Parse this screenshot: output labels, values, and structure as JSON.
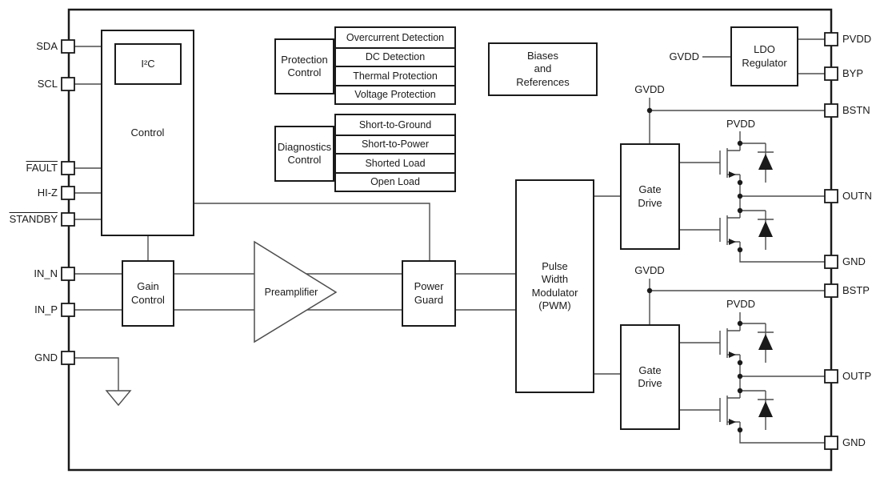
{
  "pins_left": {
    "sda": "SDA",
    "scl": "SCL",
    "fault": "FAULT",
    "hiz": "HI-Z",
    "standby": "STANDBY",
    "in_n": "IN_N",
    "in_p": "IN_P",
    "gnd": "GND"
  },
  "pins_right": {
    "pvdd": "PVDD",
    "byp": "BYP",
    "bstn": "BSTN",
    "outn": "OUTN",
    "gnd_n": "GND",
    "bstp": "BSTP",
    "outp": "OUTP",
    "gnd_p": "GND"
  },
  "blocks": {
    "control": "Control",
    "i2c": "I²C",
    "protection": "Protection\nControl",
    "diagnostics": "Diagnostics\nControl",
    "biases": "Biases\nand\nReferences",
    "ldo": "LDO\nRegulator",
    "gain": "Gain\nControl",
    "preamp": "Preamplifier",
    "power_guard": "Power\nGuard",
    "pwm": "Pulse\nWidth\nModulator\n(PWM)",
    "gate_drive_n": "Gate\nDrive",
    "gate_drive_p": "Gate\nDrive"
  },
  "protection_items": [
    "Overcurrent Detection",
    "DC Detection",
    "Thermal Protection",
    "Voltage Protection"
  ],
  "diagnostics_items": [
    "Short-to-Ground",
    "Short-to-Power",
    "Shorted Load",
    "Open Load"
  ],
  "nets": {
    "gvdd_ldo": "GVDD",
    "gvdd_n": "GVDD",
    "gvdd_p": "GVDD",
    "pvdd_n": "PVDD",
    "pvdd_p": "PVDD"
  },
  "colors": {
    "wire": "#4d4d4d",
    "block_border": "#1a1a1a",
    "background": "#ffffff",
    "text": "#1a1a1a"
  }
}
